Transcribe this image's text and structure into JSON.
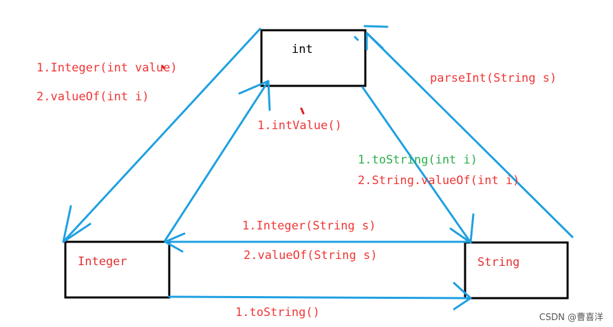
{
  "colors": {
    "arrow": "#1ea0e0",
    "box": "#000000",
    "red": "#f03535",
    "green": "#2cae4a",
    "box_text_int": "#000000",
    "box_text_other": "#e03030",
    "watermark": "#555555"
  },
  "nodes": {
    "int": {
      "label": "int"
    },
    "integer": {
      "label": "Integer"
    },
    "string": {
      "label": "String"
    }
  },
  "edges": {
    "int_to_integer": {
      "lines": [
        "1.Integer(int value)",
        "2.valueOf(int i)"
      ]
    },
    "integer_to_int": {
      "lines": [
        "1.intValue()"
      ]
    },
    "string_to_int": {
      "lines": [
        "parseInt(String s)"
      ]
    },
    "int_to_string": {
      "lines": [
        "1.toString(int i)",
        "2.String.valueOf(int i)"
      ]
    },
    "string_to_integer": {
      "lines": [
        "1.Integer(String s)",
        "2.valueOf(String s)"
      ]
    },
    "integer_to_string": {
      "lines": [
        "1.toString()"
      ]
    }
  },
  "watermark": "CSDN @曹喜洋"
}
